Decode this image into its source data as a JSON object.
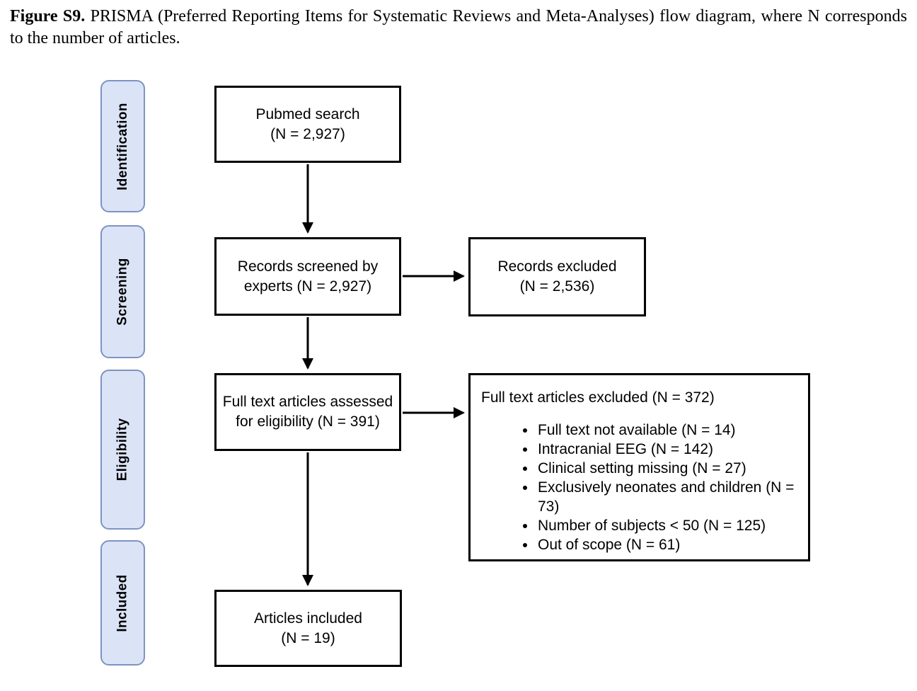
{
  "caption": {
    "prefix": "Figure S9.",
    "body": " PRISMA (Preferred Reporting Items for Systematic Reviews and Meta-Analyses) flow diagram, where N corresponds to the number of articles."
  },
  "stages": [
    {
      "label": "Identification"
    },
    {
      "label": "Screening"
    },
    {
      "label": "Eligibility"
    },
    {
      "label": "Included"
    }
  ],
  "flow": {
    "pubmed": {
      "label": "Pubmed search\n(N = 2,927)"
    },
    "screened": {
      "label": "Records screened by\nexperts (N = 2,927)"
    },
    "records_excluded": {
      "label": "Records excluded\n(N = 2,536)"
    },
    "assessed": {
      "label": "Full text articles assessed\nfor eligibility (N = 391)"
    },
    "fulltext_excluded": {
      "title": "Full text articles excluded (N = 372)",
      "reasons": [
        "Full text not available (N = 14)",
        "Intracranial EEG (N = 142)",
        "Clinical setting missing (N = 27)",
        "Exclusively neonates and children (N = 73)",
        "Number of subjects < 50 (N = 125)",
        "Out of scope (N = 61)"
      ]
    },
    "included": {
      "label": "Articles included\n(N = 19)"
    }
  },
  "colors": {
    "stage_fill": "#dbe3f6",
    "stage_border": "#7e93c3",
    "node_border": "#000000",
    "arrow": "#000000"
  }
}
